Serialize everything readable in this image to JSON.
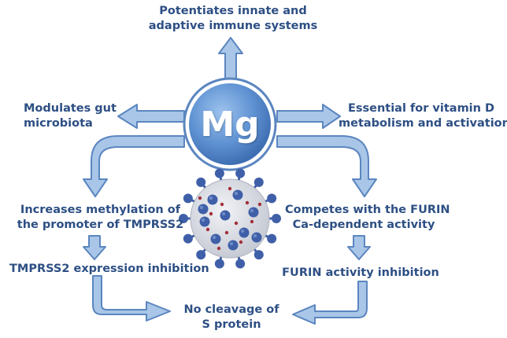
{
  "center": {
    "label": "Mg"
  },
  "nodes": {
    "top": [
      "Potentiates innate and",
      "adaptive immune systems"
    ],
    "left": [
      "Modulates gut",
      "microbiota"
    ],
    "right": [
      "Essential for vitamin D",
      "metabolism and activation"
    ],
    "methylation": [
      "Increases methylation of",
      "the promoter of TMPRSS2"
    ],
    "tmprss2_inhibition": [
      "TMPRSS2 expression inhibition"
    ],
    "furin_compete": [
      "Competes with the FURIN",
      "Ca-dependent activity"
    ],
    "furin_inhibition": [
      "FURIN activity inhibition"
    ],
    "outcome": [
      "No cleavage of",
      "S protein"
    ]
  },
  "illustration": {
    "icon": "coronavirus-virion-icon"
  },
  "colors": {
    "text": "#2d4f84",
    "arrow_fill": "#a9c6e8",
    "arrow_stroke": "#5b86c0",
    "mg_circle": "#5f92d2",
    "virus_body": "#d9dce3",
    "spike": "#3f5fa8",
    "dot": "#a2303a"
  }
}
